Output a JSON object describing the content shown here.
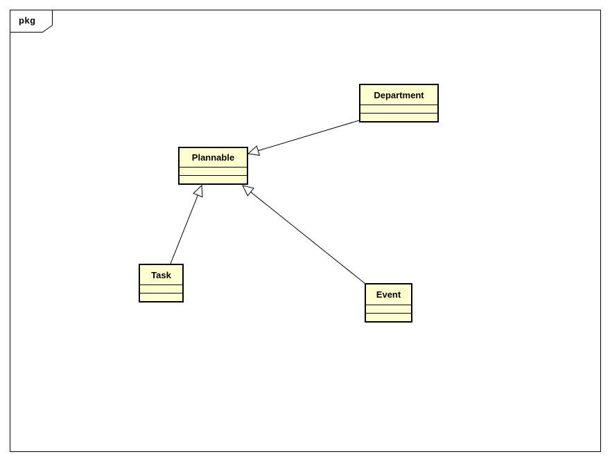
{
  "frame": {
    "label": "pkg"
  },
  "classes": [
    {
      "name": "Department",
      "attributes": [],
      "operations": []
    },
    {
      "name": "Plannable",
      "attributes": [],
      "operations": []
    },
    {
      "name": "Task",
      "attributes": [],
      "operations": []
    },
    {
      "name": "Event",
      "attributes": [],
      "operations": []
    }
  ],
  "relationships": [
    {
      "from": "Department",
      "to": "Plannable",
      "type": "generalization"
    },
    {
      "from": "Task",
      "to": "Plannable",
      "type": "generalization"
    },
    {
      "from": "Event",
      "to": "Plannable",
      "type": "generalization"
    }
  ],
  "colors": {
    "class_fill": "#FEFECE",
    "class_border": "#000000",
    "edge_color": "#000000",
    "frame_border": "#000000",
    "background": "#FFFFFF"
  }
}
